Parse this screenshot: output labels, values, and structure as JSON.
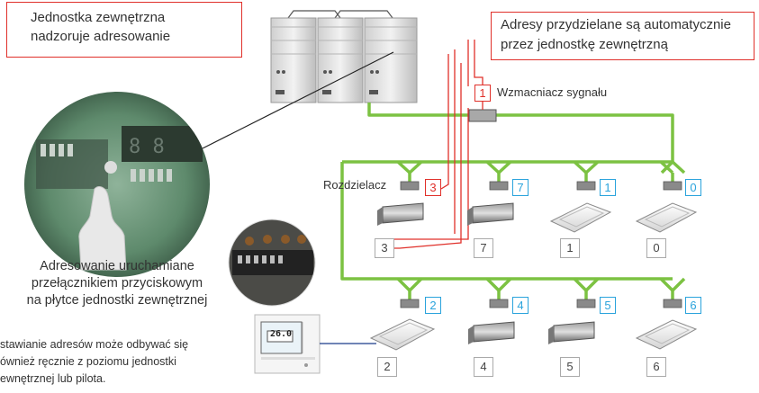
{
  "top_note": {
    "line1": "Jednostka zewnętrzna",
    "line2": "nadzoruje adresowanie"
  },
  "auto_note": {
    "line1": "Adresy przydzielane są automatycznie",
    "line2": "przez jednostkę zewnętrzną"
  },
  "amplifier": {
    "number": "1",
    "label": "Wzmacniacz sygnału"
  },
  "splitter_label": "Rozdzielacz",
  "caption_button": {
    "line1": "Adresowanie uruchamiane",
    "line2": "przełącznikiem przyciskowym",
    "line3": "na płytce jednostki zewnętrznej"
  },
  "caption_manual": {
    "line1": "stawianie adresów może odbywać się",
    "line2": "ównież ręcznie z poziomu jednostki",
    "line3": "ewnętrznej lub pilota."
  },
  "controller_display": "26.0",
  "top_row": [
    {
      "tag": "3",
      "addr": "3",
      "type": "ducted"
    },
    {
      "tag": "7",
      "addr": "7",
      "type": "ducted"
    },
    {
      "tag": "1",
      "addr": "1",
      "type": "cassette"
    },
    {
      "tag": "0",
      "addr": "0",
      "type": "cassette"
    }
  ],
  "bottom_row": [
    {
      "tag": "2",
      "addr": "2",
      "type": "cassette"
    },
    {
      "tag": "4",
      "addr": "4",
      "type": "ducted"
    },
    {
      "tag": "5",
      "addr": "5",
      "type": "ducted"
    },
    {
      "tag": "6",
      "addr": "6",
      "type": "cassette"
    }
  ],
  "colors": {
    "pipe": "#7cc242",
    "accent_red": "#e0302a",
    "accent_blue": "#2aa3dc",
    "connector": "#888888"
  }
}
